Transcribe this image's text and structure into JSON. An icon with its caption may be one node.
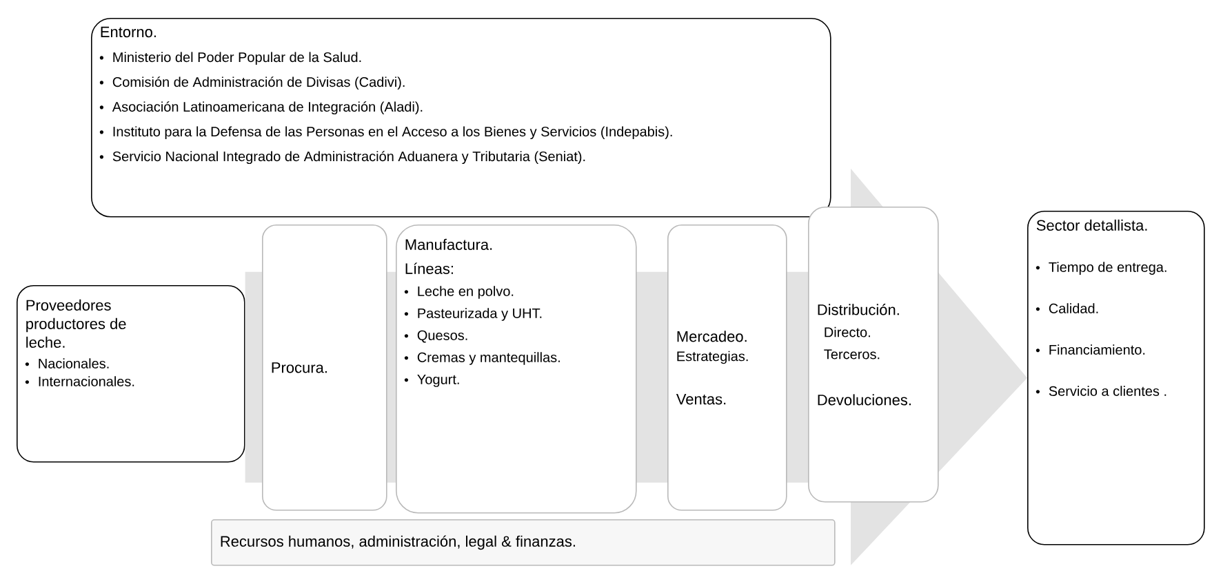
{
  "diagram": {
    "nodes": [
      {
        "text": [
          "Entorno.",
          "Ministerio del Poder Popular de la Salud.",
          "Comisión de Administración de Divisas (Cadivi).",
          "Asociación Latinoamericana de Integración (Aladi).",
          "Instituto para la Defensa de las Personas en el Acceso a los Bienes y Servicios (Indepabis).",
          "Servicio Nacional Integrado de Administración Aduanera y Tributaria (Seniat)."
        ]
      },
      {
        "text": [
          "Proveedores productores de leche.",
          "Nacionales.",
          "Internacionales."
        ]
      },
      {
        "text": [
          "Procura."
        ]
      },
      {
        "text": [
          "Manufactura.",
          "Líneas:",
          "Leche en polvo.",
          "Pasteurizada y UHT.",
          "Quesos.",
          "Cremas y mantequillas.",
          "Yogurt."
        ]
      },
      {
        "text": [
          "Mercadeo.",
          "Estrategias.",
          "Ventas."
        ]
      },
      {
        "text": [
          "Distribución.",
          "Directo.",
          "Terceros.",
          "Devoluciones."
        ]
      },
      {
        "text": [
          "Recursos humanos, administración, legal & finanzas."
        ]
      },
      {
        "text": [
          "Sector detallista.",
          "Tiempo de entrega.",
          "Calidad.",
          "Financiamiento.",
          "Servicio a clientes ."
        ]
      }
    ],
    "edges": [
      {
        "from": 1,
        "to": 7,
        "arrow": "to"
      }
    ]
  }
}
